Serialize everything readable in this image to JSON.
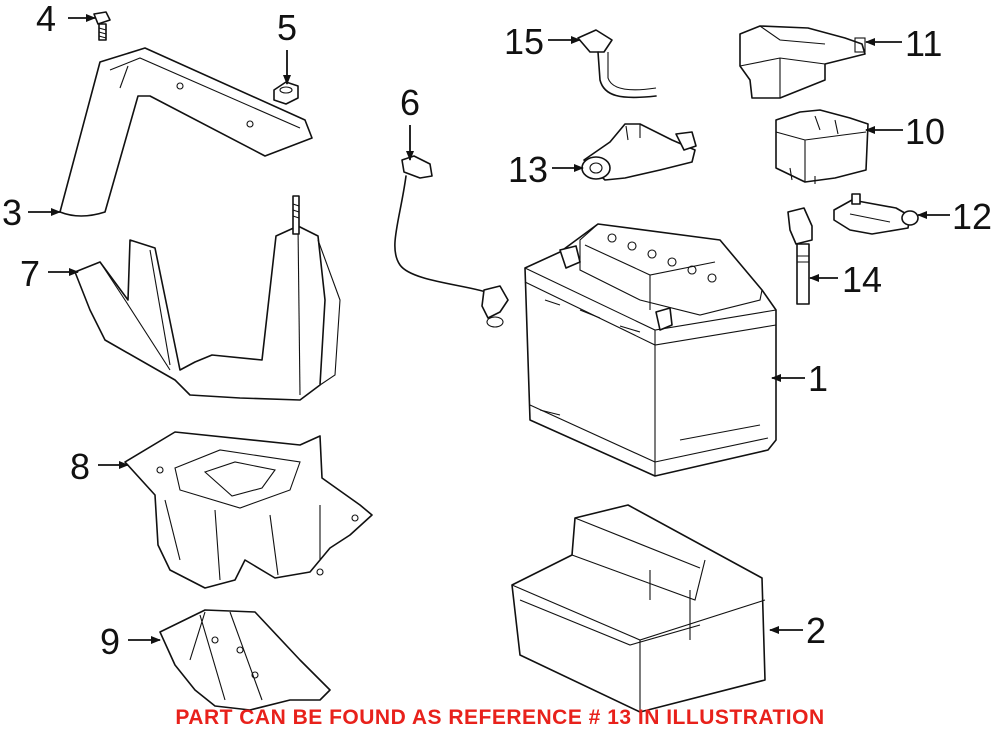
{
  "callouts": [
    {
      "id": "1",
      "label": "1"
    },
    {
      "id": "2",
      "label": "2"
    },
    {
      "id": "3",
      "label": "3"
    },
    {
      "id": "4",
      "label": "4"
    },
    {
      "id": "5",
      "label": "5"
    },
    {
      "id": "6",
      "label": "6"
    },
    {
      "id": "7",
      "label": "7"
    },
    {
      "id": "8",
      "label": "8"
    },
    {
      "id": "9",
      "label": "9"
    },
    {
      "id": "10",
      "label": "10"
    },
    {
      "id": "11",
      "label": "11"
    },
    {
      "id": "12",
      "label": "12"
    },
    {
      "id": "13",
      "label": "13"
    },
    {
      "id": "14",
      "label": "14"
    },
    {
      "id": "15",
      "label": "15"
    }
  ],
  "note": "PART CAN BE FOUND AS REFERENCE # 13 IN ILLUSTRATION",
  "colors": {
    "note": "#e8211b",
    "line": "#111111"
  }
}
